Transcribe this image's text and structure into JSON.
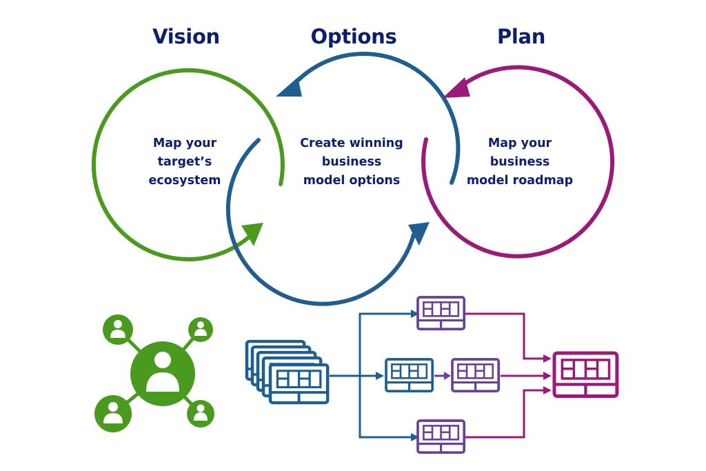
{
  "stages": [
    {
      "title": "Vision",
      "lines": [
        "Map your",
        "target’s",
        "ecosystem"
      ],
      "color": "#4a9a1f"
    },
    {
      "title": "Options",
      "lines": [
        "Create winning",
        "business",
        "model options"
      ],
      "color": "#1f5e8f"
    },
    {
      "title": "Plan",
      "lines": [
        "Map your",
        "business",
        "model roadmap"
      ],
      "color": "#9a1a7a"
    }
  ],
  "colors": {
    "heading": "#0b1f6b",
    "green": "#4a9a1f",
    "blue": "#1f5e8f",
    "purple": "#6a3f97",
    "magenta": "#9a1a7a"
  },
  "icons": [
    "ecosystem-network-icon",
    "business-model-stack-icon",
    "business-model-option-icon",
    "roadmap-result-icon"
  ]
}
